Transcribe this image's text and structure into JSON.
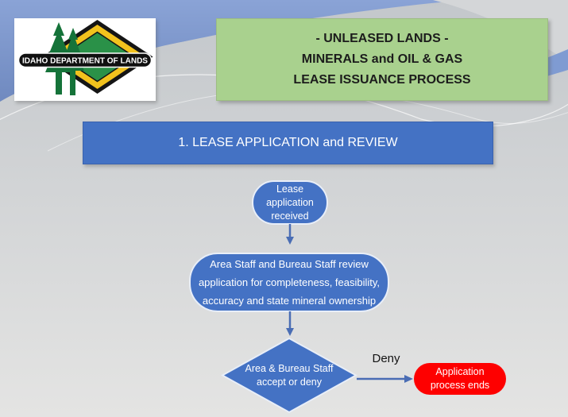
{
  "slide": {
    "background": {
      "top_band_color": "#7c95ca",
      "ribbon_color": "#7f9bd2",
      "base_gray_top": "#c3c7cb",
      "base_gray_bottom": "#e4e4e3"
    },
    "logo": {
      "banner_text": "IDAHO DEPARTMENT OF LANDS",
      "diamond_outer_color": "#f2c21d",
      "diamond_inner_color": "#2a9148",
      "tree_color": "#157339"
    },
    "title_box": {
      "bg": "#a9d18e",
      "lines": [
        "- UNLEASED LANDS -",
        "MINERALS and OIL & GAS",
        "LEASE ISSUANCE PROCESS"
      ]
    },
    "section_banner": {
      "bg": "#4472c4",
      "text": "1. LEASE APPLICATION and REVIEW"
    },
    "flowchart": {
      "node_color": "#4472c4",
      "end_color": "#fe0000",
      "arrow_color": "#4a6db4",
      "start": {
        "lines": [
          "Lease",
          "application",
          "received"
        ]
      },
      "review": {
        "lines": [
          "Area Staff and Bureau Staff review",
          "application for completeness, feasibility,",
          "accuracy and state mineral ownership"
        ]
      },
      "decision": {
        "lines": [
          "Area & Bureau Staff",
          "accept or deny"
        ]
      },
      "deny_edge_label": "Deny",
      "end": {
        "lines": [
          "Application",
          "process ends"
        ]
      }
    }
  }
}
